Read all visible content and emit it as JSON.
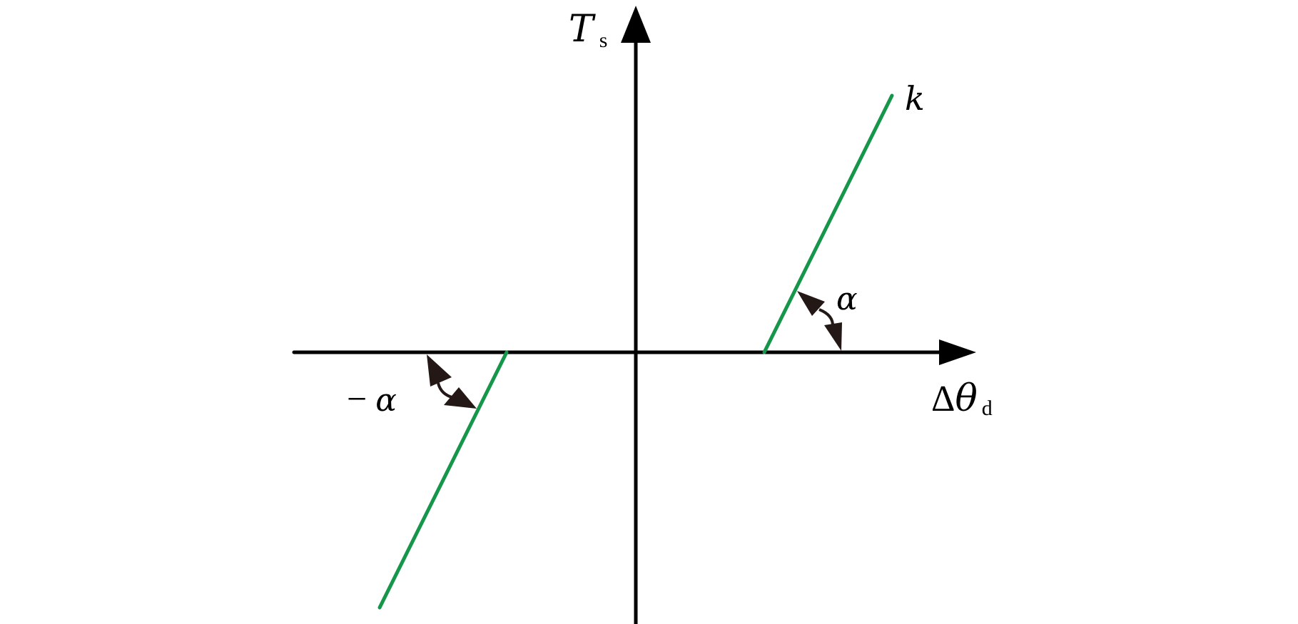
{
  "diagram": {
    "y_axis_label": {
      "main": "T",
      "sub": "s"
    },
    "x_axis_label": {
      "delta": "Δ",
      "main": "θ",
      "sub": "d"
    },
    "slope_label": "k",
    "angle_label_right": "α",
    "angle_label_left": {
      "sign": "−",
      "symbol": "α"
    },
    "colors": {
      "axes": "#000000",
      "lines": "#16964a",
      "arrows": "#231815"
    },
    "icons": [
      "arrow-head-icon",
      "curved-double-arrow-icon"
    ]
  }
}
